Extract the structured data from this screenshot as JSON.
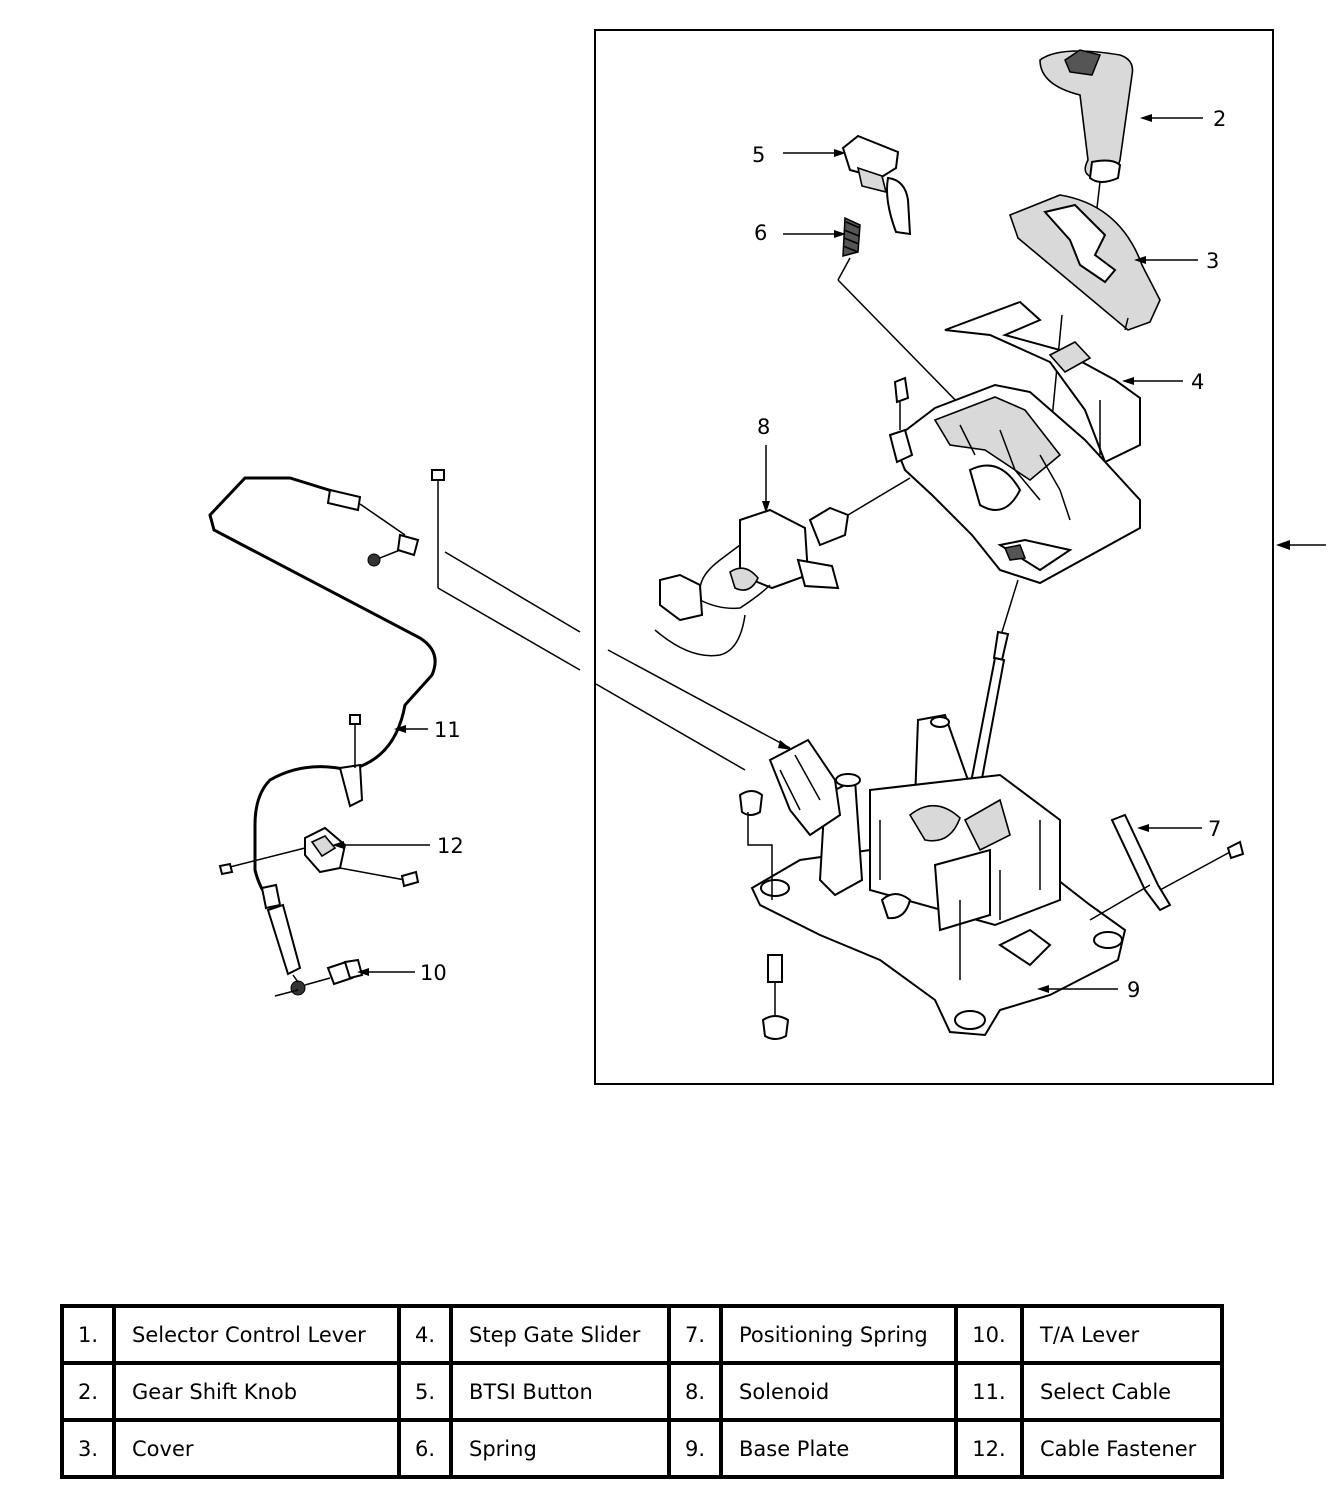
{
  "callouts": [
    "2",
    "3",
    "4",
    "5",
    "6",
    "7",
    "8",
    "9",
    "10",
    "11",
    "12"
  ],
  "legend": {
    "rows": [
      [
        {
          "num": "1.",
          "name": "Selector Control Lever"
        },
        {
          "num": "4.",
          "name": "Step Gate Slider"
        },
        {
          "num": "7.",
          "name": "Positioning Spring"
        },
        {
          "num": "10.",
          "name": "T/A Lever"
        }
      ],
      [
        {
          "num": "2.",
          "name": "Gear Shift Knob"
        },
        {
          "num": "5.",
          "name": "BTSI Button"
        },
        {
          "num": "8.",
          "name": "Solenoid"
        },
        {
          "num": "11.",
          "name": "Select Cable"
        }
      ],
      [
        {
          "num": "3.",
          "name": "Cover"
        },
        {
          "num": "6.",
          "name": "Spring"
        },
        {
          "num": "9.",
          "name": "Base Plate"
        },
        {
          "num": "12.",
          "name": "Cable Fastener"
        }
      ]
    ]
  }
}
